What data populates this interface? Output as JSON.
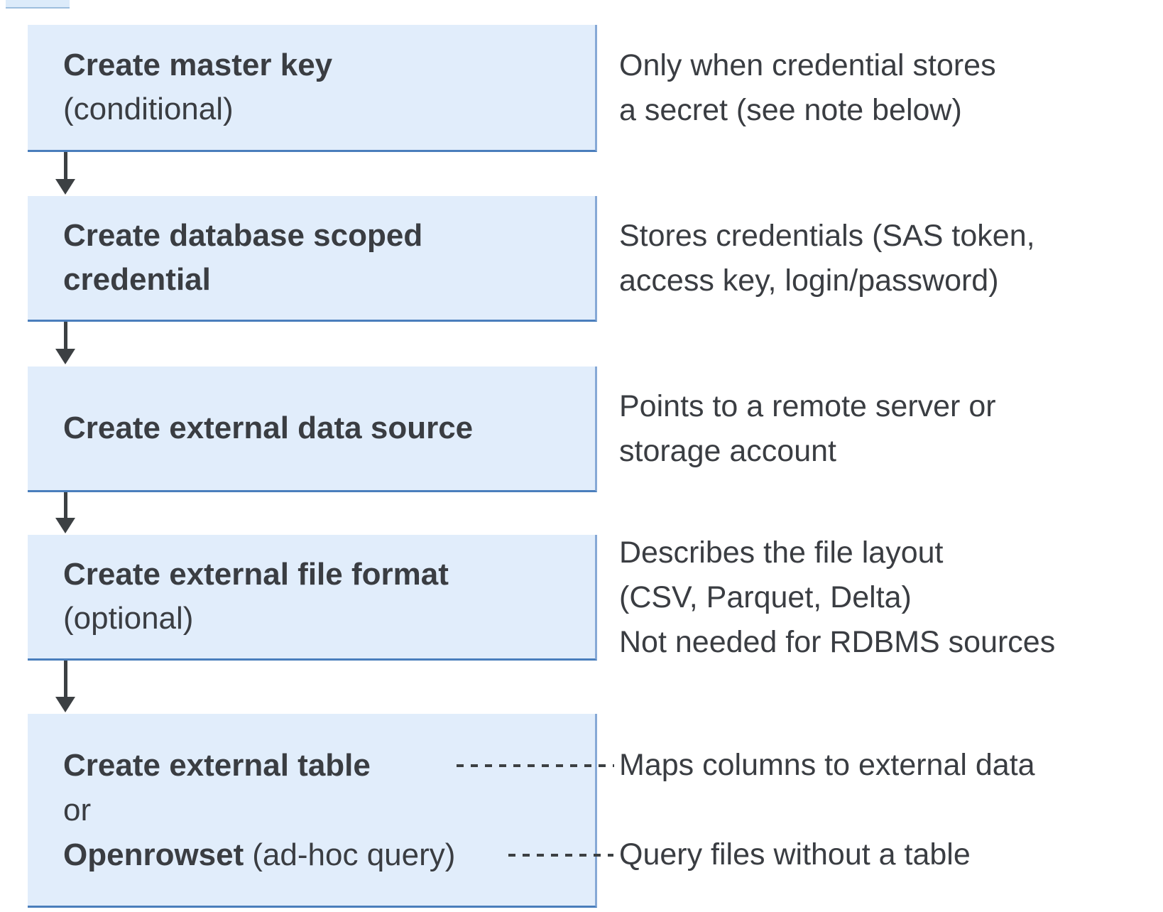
{
  "diagram": {
    "colors": {
      "box_fill": "#e1edfb",
      "box_border": "#4a7ebc",
      "box_border_light": "#86a9d6",
      "arrow": "#3c4043",
      "text": "#3a3d42"
    },
    "boxes": [
      {
        "title": "Create master key",
        "subtitle": "(conditional)"
      },
      {
        "title": "Create database scoped credential"
      },
      {
        "title": "Create external data source"
      },
      {
        "title": "Create external file format",
        "subtitle": "(optional)"
      },
      {
        "title": "Create external table",
        "connector_word": "or",
        "alt_title": "Openrowset",
        "alt_subtitle": "(ad-hoc query)"
      }
    ],
    "notes": [
      {
        "l1": "Only when credential stores",
        "l2": "a secret (see note below)"
      },
      {
        "l1": "Stores credentials (SAS token,",
        "l2": "access key, login/password)"
      },
      {
        "l1": "Points to a remote server or",
        "l2": "storage account"
      },
      {
        "l1": "Describes the file layout",
        "l2": "(CSV, Parquet, Delta)",
        "l3": "Not needed for RDBMS sources"
      },
      {
        "l1": "Maps columns to external data"
      },
      {
        "l1": "Query files without a table"
      }
    ]
  }
}
